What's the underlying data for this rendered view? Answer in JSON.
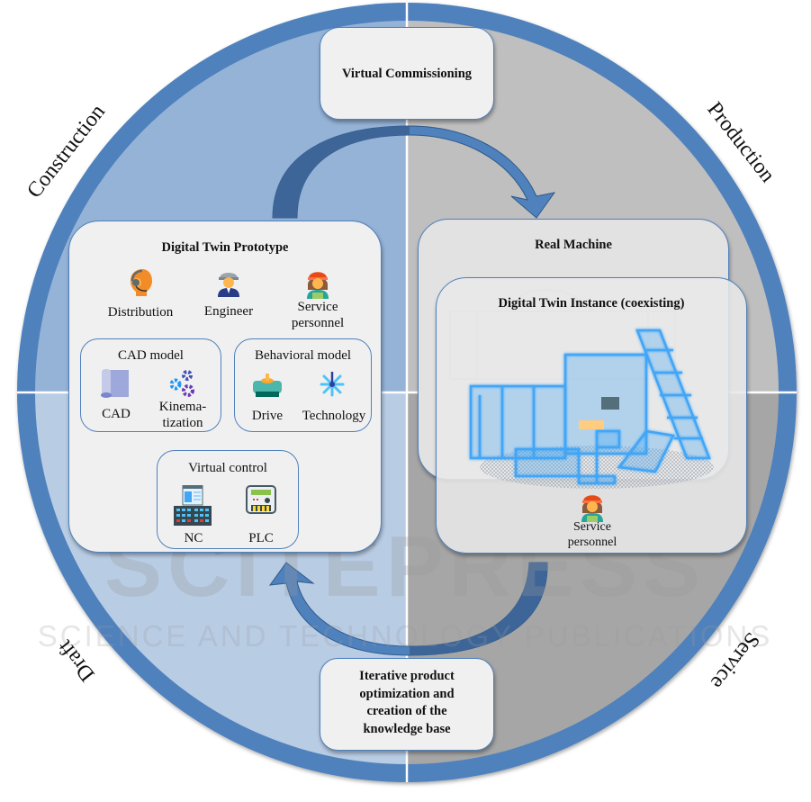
{
  "phases": {
    "top_left": "Construction",
    "top_right": "Production",
    "bottom_left": "Draft",
    "bottom_right": "Service"
  },
  "colors": {
    "ring": "#4f81bd",
    "quadrant_top_left": "#95b3d7",
    "quadrant_bottom_left": "#b8cce4",
    "quadrant_top_right": "#bfbfbf",
    "quadrant_bottom_right": "#a6a6a6",
    "box_fill": "#f0f0f0",
    "arrow_light": "#4f81bd",
    "arrow_dark": "#3d6597"
  },
  "virtual_commissioning": {
    "title": "Virtual Commissioning"
  },
  "prototype": {
    "title": "Digital Twin Prototype",
    "roles": [
      {
        "label": "Distribution",
        "icon": "call-center-agent-icon"
      },
      {
        "label": "Engineer",
        "icon": "engineer-icon"
      },
      {
        "label": "Service personnel",
        "line1": "Service",
        "line2": "personnel",
        "icon": "service-worker-icon"
      }
    ],
    "cad_model": {
      "title": "CAD model",
      "items": [
        {
          "label": "CAD",
          "icon": "blueprint-roll-icon"
        },
        {
          "label": "Kinematization",
          "line1": "Kinema-",
          "line2": "tization",
          "icon": "gears-icon"
        }
      ]
    },
    "behavioral_model": {
      "title": "Behavioral model",
      "items": [
        {
          "label": "Drive",
          "icon": "drive-motor-icon"
        },
        {
          "label": "Technology",
          "icon": "laser-spark-icon"
        }
      ]
    },
    "virtual_control": {
      "title": "Virtual control",
      "items": [
        {
          "label": "NC",
          "icon": "nc-terminal-icon"
        },
        {
          "label": "PLC",
          "icon": "plc-controller-icon"
        }
      ]
    }
  },
  "real_machine": {
    "title": "Real Machine"
  },
  "instance": {
    "title": "Digital Twin Instance (coexisting)",
    "role": {
      "line1": "Service",
      "line2": "personnel",
      "icon": "service-worker-icon"
    }
  },
  "iterative": {
    "lines": [
      "Iterative product",
      "optimization and",
      "creation of the",
      "knowledge base"
    ]
  },
  "watermark": {
    "main": "SCITEPRESS",
    "sub": "SCIENCE AND TECHNOLOGY PUBLICATIONS"
  }
}
